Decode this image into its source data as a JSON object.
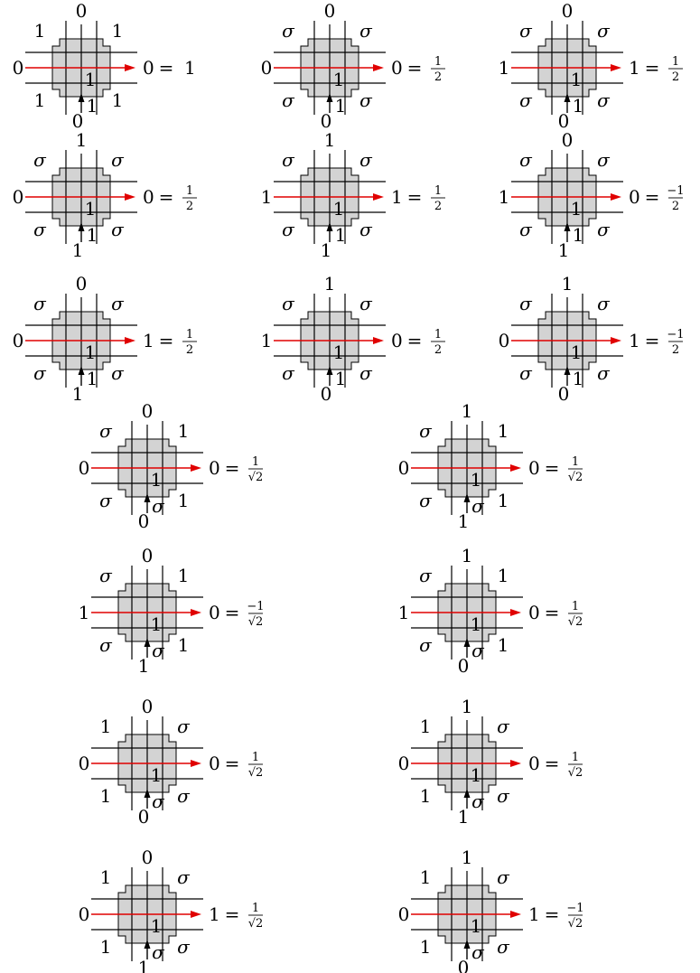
{
  "figure": {
    "center_label": "1",
    "arrow_label": "1",
    "equals_sign": "=",
    "colors": {
      "red_line": "#e00000",
      "box_fill": "#d3d3d3",
      "ink": "#000000"
    },
    "tiles": [
      {
        "top": "0",
        "left": "0",
        "right": "0",
        "bottom": "0",
        "tl": "1",
        "tr": "1",
        "bl": "1",
        "br": "1",
        "bottom_arrow": "1",
        "value": {
          "whole": "1"
        }
      },
      {
        "top": "0",
        "left": "0",
        "right": "0",
        "bottom": "0",
        "tl": "σ",
        "tr": "σ",
        "bl": "σ",
        "br": "σ",
        "bottom_arrow": "1",
        "value": {
          "num": "1",
          "den": "2"
        }
      },
      {
        "top": "0",
        "left": "1",
        "right": "1",
        "bottom": "0",
        "tl": "σ",
        "tr": "σ",
        "bl": "σ",
        "br": "σ",
        "bottom_arrow": "1",
        "value": {
          "num": "1",
          "den": "2"
        }
      },
      {
        "top": "1",
        "left": "0",
        "right": "0",
        "bottom": "1",
        "tl": "σ",
        "tr": "σ",
        "bl": "σ",
        "br": "σ",
        "bottom_arrow": "1",
        "value": {
          "num": "1",
          "den": "2"
        }
      },
      {
        "top": "1",
        "left": "1",
        "right": "1",
        "bottom": "1",
        "tl": "σ",
        "tr": "σ",
        "bl": "σ",
        "br": "σ",
        "bottom_arrow": "1",
        "value": {
          "num": "1",
          "den": "2"
        }
      },
      {
        "top": "0",
        "left": "1",
        "right": "0",
        "bottom": "1",
        "tl": "σ",
        "tr": "σ",
        "bl": "σ",
        "br": "σ",
        "bottom_arrow": "1",
        "value": {
          "num": "−1",
          "den": "2"
        }
      },
      {
        "top": "0",
        "left": "0",
        "right": "1",
        "bottom": "1",
        "tl": "σ",
        "tr": "σ",
        "bl": "σ",
        "br": "σ",
        "bottom_arrow": "1",
        "value": {
          "num": "1",
          "den": "2"
        }
      },
      {
        "top": "1",
        "left": "1",
        "right": "0",
        "bottom": "0",
        "tl": "σ",
        "tr": "σ",
        "bl": "σ",
        "br": "σ",
        "bottom_arrow": "1",
        "value": {
          "num": "1",
          "den": "2"
        }
      },
      {
        "top": "1",
        "left": "0",
        "right": "1",
        "bottom": "0",
        "tl": "σ",
        "tr": "σ",
        "bl": "σ",
        "br": "σ",
        "bottom_arrow": "1",
        "value": {
          "num": "−1",
          "den": "2"
        }
      },
      {
        "top": "0",
        "left": "0",
        "right": "0",
        "bottom": "0",
        "tl": "σ",
        "tr": "1",
        "bl": "σ",
        "br": "1",
        "bottom_arrow": "σ",
        "value": {
          "num": "1",
          "den": "√2"
        }
      },
      {
        "top": "1",
        "left": "0",
        "right": "0",
        "bottom": "1",
        "tl": "σ",
        "tr": "1",
        "bl": "σ",
        "br": "1",
        "bottom_arrow": "σ",
        "value": {
          "num": "1",
          "den": "√2"
        }
      },
      {
        "top": "0",
        "left": "1",
        "right": "0",
        "bottom": "1",
        "tl": "σ",
        "tr": "1",
        "bl": "σ",
        "br": "1",
        "bottom_arrow": "σ",
        "value": {
          "num": "−1",
          "den": "√2"
        }
      },
      {
        "top": "1",
        "left": "1",
        "right": "0",
        "bottom": "0",
        "tl": "σ",
        "tr": "1",
        "bl": "σ",
        "br": "1",
        "bottom_arrow": "σ",
        "value": {
          "num": "1",
          "den": "√2"
        }
      },
      {
        "top": "0",
        "left": "0",
        "right": "0",
        "bottom": "0",
        "tl": "1",
        "tr": "σ",
        "bl": "1",
        "br": "σ",
        "bottom_arrow": "σ",
        "value": {
          "num": "1",
          "den": "√2"
        }
      },
      {
        "top": "1",
        "left": "0",
        "right": "0",
        "bottom": "1",
        "tl": "1",
        "tr": "σ",
        "bl": "1",
        "br": "σ",
        "bottom_arrow": "σ",
        "value": {
          "num": "1",
          "den": "√2"
        }
      },
      {
        "top": "0",
        "left": "0",
        "right": "1",
        "bottom": "1",
        "tl": "1",
        "tr": "σ",
        "bl": "1",
        "br": "σ",
        "bottom_arrow": "σ",
        "value": {
          "num": "1",
          "den": "√2"
        }
      },
      {
        "top": "1",
        "left": "0",
        "right": "1",
        "bottom": "0",
        "tl": "1",
        "tr": "σ",
        "bl": "1",
        "br": "σ",
        "bottom_arrow": "σ",
        "value": {
          "num": "−1",
          "den": "√2"
        }
      }
    ]
  }
}
